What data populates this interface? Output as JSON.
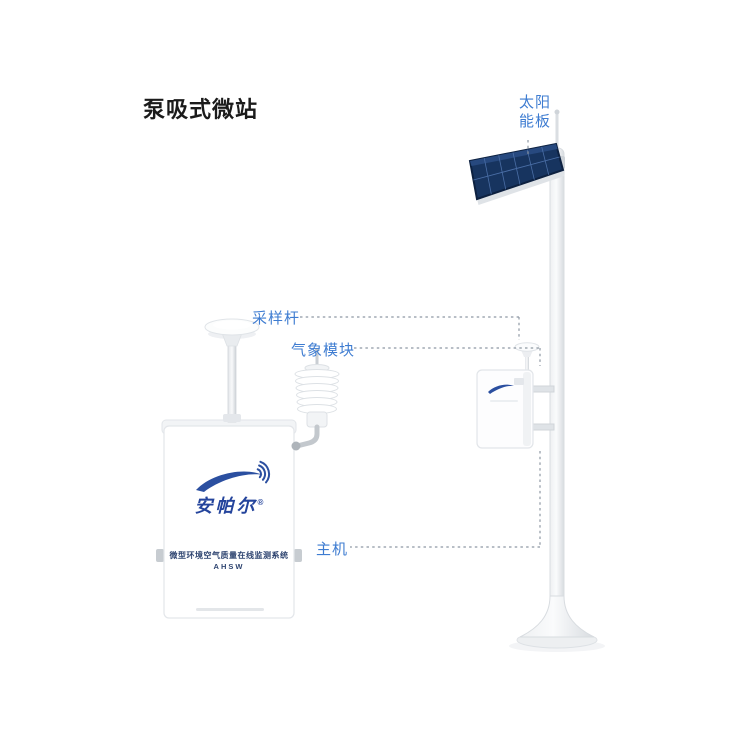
{
  "title": "泵吸式微站",
  "annotations": {
    "solar_panel_line1": "太阳",
    "solar_panel_line2": "能板",
    "sampling_rod": "采样杆",
    "weather_module": "气象模块",
    "main_unit": "主机"
  },
  "cabinet": {
    "brand": "安帕尔",
    "trademark": "®",
    "system_name": "微型环境空气质量在线监测系统",
    "model": "AHSW"
  },
  "colors": {
    "annotation_blue": "#3e7cd1",
    "brand_blue": "#24449c",
    "solar_panel_dark": "#17345f"
  }
}
